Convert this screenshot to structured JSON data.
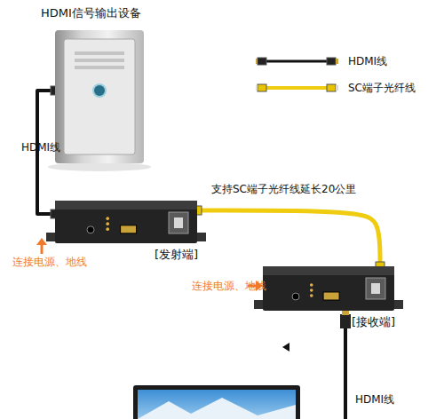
{
  "diagram": {
    "nodes": [
      {
        "text": [
          "HDMI信号输出设备"
        ]
      },
      {
        "text": [
          "[发射端]"
        ]
      },
      {
        "text": [
          "[接收端]"
        ]
      }
    ],
    "edges": [
      {
        "from": 0,
        "to": 1,
        "label": "HDMI线",
        "arrow": "none"
      },
      {
        "from": 1,
        "to": 2,
        "label": "支持SC端子光纤线延长20公里",
        "arrow": "none"
      }
    ],
    "labels": [
      "连接电源、地线",
      "连接电源、地线",
      "HDMI线"
    ],
    "legend": [
      {
        "text": "HDMI线"
      },
      {
        "text": "SC端子光纤线"
      }
    ]
  }
}
